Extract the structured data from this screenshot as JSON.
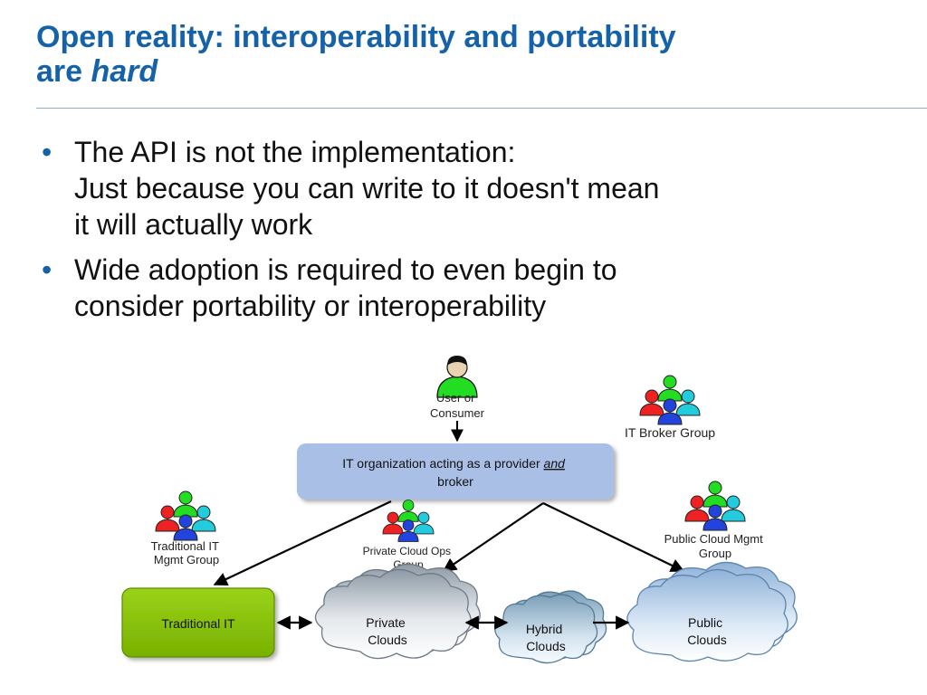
{
  "slide": {
    "title_line1": "Open reality: interoperability and portability",
    "title_line2_prefix": "are ",
    "title_line2_emph": "hard"
  },
  "bullets": [
    {
      "lines": [
        "The API is not the implementation:",
        "Just because you can write to it doesn't mean",
        "it will actually work"
      ]
    },
    {
      "lines": [
        "Wide adoption is required to even begin to",
        "consider portability or interoperability"
      ]
    }
  ],
  "diagram": {
    "user": {
      "label_lines": [
        "User or",
        "Consumer"
      ],
      "icon": "person-icon"
    },
    "broker_group": {
      "label": "IT Broker Group",
      "icon": "people-group-icon"
    },
    "provider_box": {
      "text_prefix": "IT organization acting as a provider ",
      "text_emph": "and",
      "text_line2": "broker"
    },
    "traditional_group": {
      "label_lines": [
        "Traditional IT",
        "Mgmt Group"
      ],
      "icon": "people-group-icon"
    },
    "private_ops_group": {
      "label_lines": [
        "Private Cloud Ops",
        "Group"
      ],
      "icon": "people-group-icon"
    },
    "public_group": {
      "label_lines": [
        "Public Cloud Mgmt",
        "Group"
      ],
      "icon": "people-group-icon"
    },
    "traditional_it": {
      "label": "Traditional IT"
    },
    "private_clouds": {
      "label_lines": [
        "Private",
        "Clouds"
      ]
    },
    "hybrid_clouds": {
      "label_lines": [
        "Hybrid",
        "Clouds"
      ]
    },
    "public_clouds": {
      "label_lines": [
        "Public",
        "Clouds"
      ]
    },
    "colors": {
      "title_blue": "#1662a8",
      "provider_box": "#a9bfe6",
      "traditional_it": "#8cc400",
      "person_green": "#22dd22",
      "person_red": "#ee2222",
      "person_blue": "#2244dd",
      "person_cyan": "#22ccdd"
    }
  }
}
